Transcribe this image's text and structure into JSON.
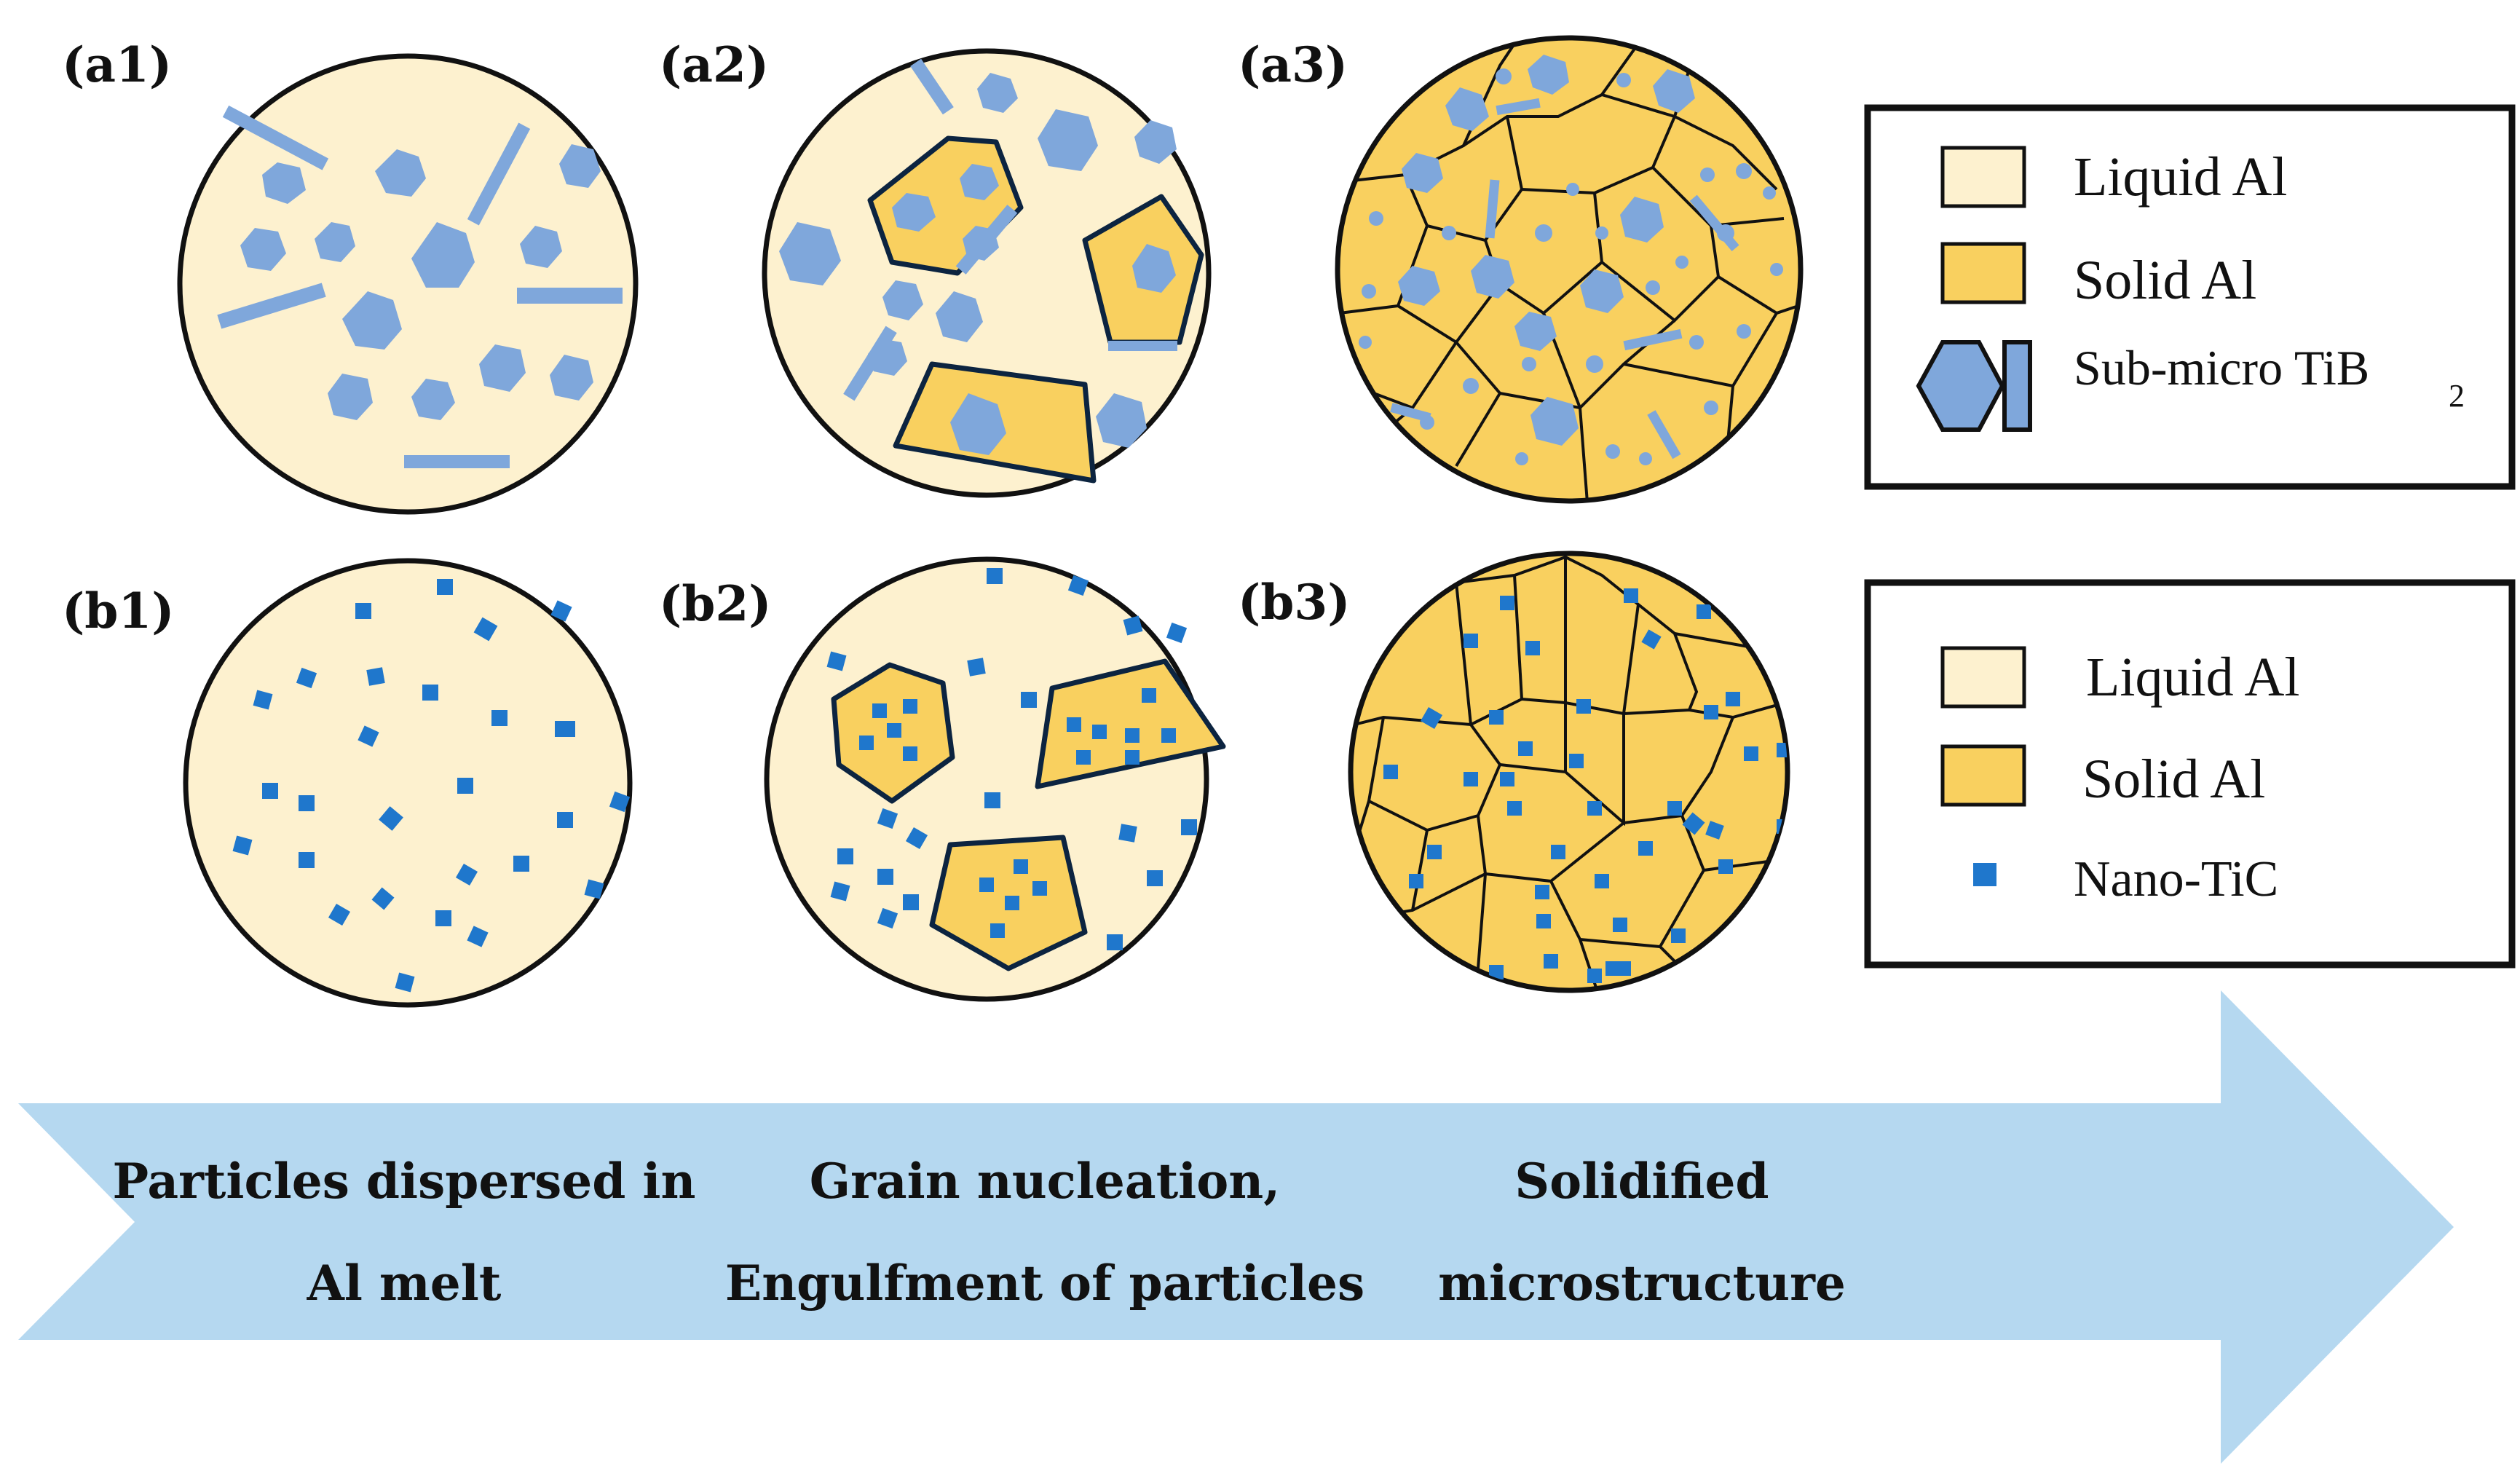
{
  "panel_labels": {
    "a1": "(a1)",
    "a2": "(a2)",
    "a3": "(a3)",
    "b1": "(b1)",
    "b2": "(b2)",
    "b3": "(b3)"
  },
  "legend_a": {
    "liquid": "Liquid Al",
    "solid": "Solid Al",
    "particle": "Sub-micro TiB",
    "particle_subscript": "2"
  },
  "legend_b": {
    "liquid": "Liquid Al",
    "solid": "Solid Al",
    "particle": "Nano-TiC"
  },
  "stages": {
    "stage1_line1": "Particles dispersed in",
    "stage1_line2": "Al melt",
    "stage2_line1": "Grain nucleation,",
    "stage2_line2": "Engulfment of particles",
    "stage3_line1": "Solidified",
    "stage3_line2": "microstructure"
  },
  "colors": {
    "liquid": "#fdf1cf",
    "solid": "#f9d05f",
    "tib2": "#7fa7db",
    "tic": "#1f77cc",
    "outline": "#0c2440",
    "arrow": "#b5d8f0"
  }
}
